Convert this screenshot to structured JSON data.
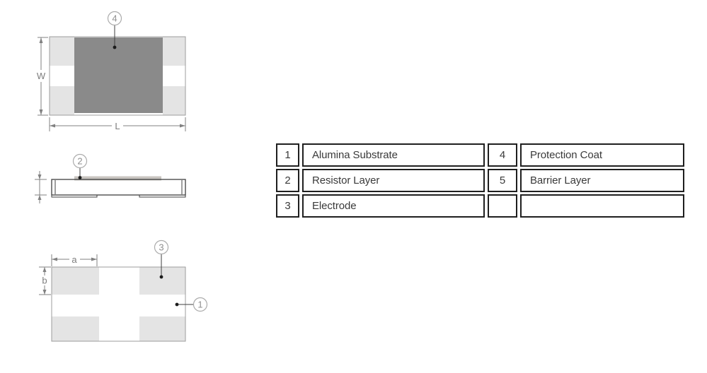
{
  "figures": {
    "top_view": {
      "callout": "4",
      "dim_width": "W",
      "dim_length": "L"
    },
    "side_view": {
      "callout": "2"
    },
    "bottom_view": {
      "callout_substrate": "1",
      "callout_electrode": "3",
      "dim_a": "a",
      "dim_b": "b"
    }
  },
  "legend_table": {
    "rows": [
      {
        "num1": "1",
        "label1": "Alumina Substrate",
        "num2": "4",
        "label2": "Protection Coat"
      },
      {
        "num1": "2",
        "label1": "Resistor Layer",
        "num2": "5",
        "label2": "Barrier Layer"
      },
      {
        "num1": "3",
        "label1": "Electrode",
        "num2": "",
        "label2": ""
      }
    ]
  },
  "colors": {
    "electrode_pad": "#e4e4e4",
    "protection_coat": "#8a8a8a",
    "resistor_strip": "#c8c4c0"
  }
}
